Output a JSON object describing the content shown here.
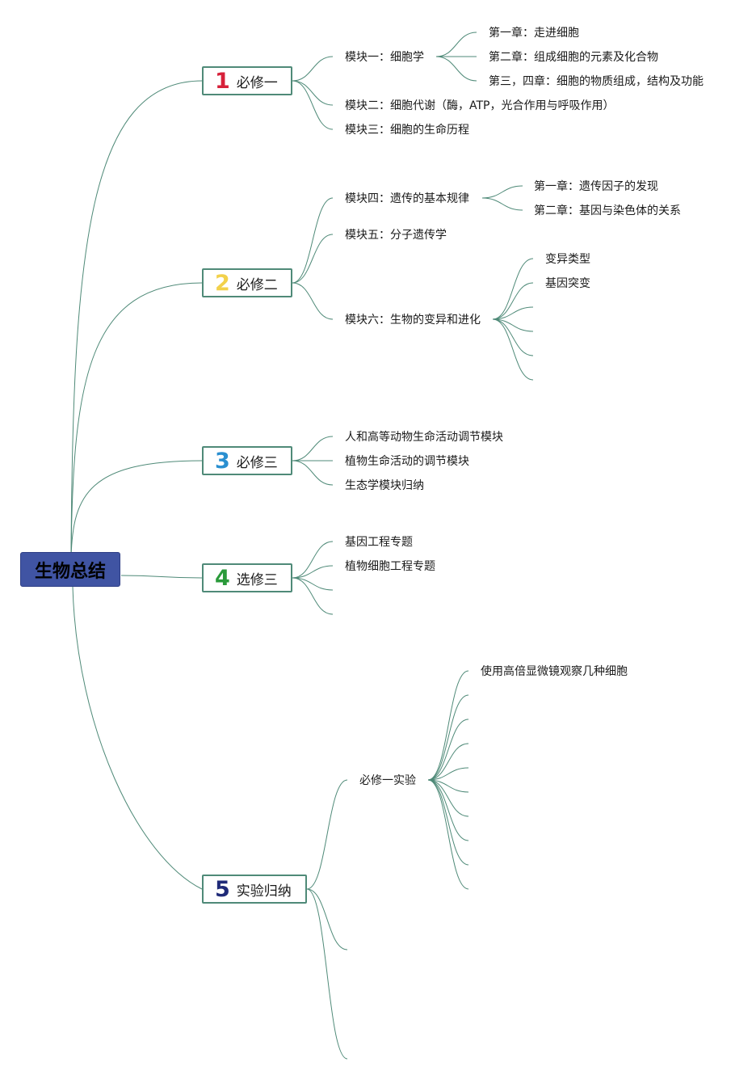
{
  "root": {
    "label": "生物总结",
    "color": "#4054a3"
  },
  "line_color": "#4f8a78",
  "branches": [
    {
      "number": "1",
      "number_color": "#d7213a",
      "label": "必修一",
      "items": [
        {
          "label": "模块一：细胞学",
          "children": [
            "第一章：走进细胞",
            "第二章：组成细胞的元素及化合物",
            "第三，四章：细胞的物质组成，结构及功能"
          ]
        },
        {
          "label": "模块二：细胞代谢（酶，ATP，光合作用与呼吸作用）"
        },
        {
          "label": "模块三：细胞的生命历程"
        }
      ]
    },
    {
      "number": "2",
      "number_color": "#f2d14b",
      "label": "必修二",
      "items": [
        {
          "label": "模块四：遗传的基本规律",
          "children": [
            "第一章：遗传因子的发现",
            "第二章：基因与染色体的关系"
          ]
        },
        {
          "label": "模块五：分子遗传学"
        },
        {
          "label": "模块六：生物的变异和进化",
          "children": [
            "变异类型",
            "基因突变",
            "",
            "",
            "",
            ""
          ]
        }
      ]
    },
    {
      "number": "3",
      "number_color": "#2a8fd0",
      "label": "必修三",
      "items": [
        {
          "label": "人和高等动物生命活动调节模块"
        },
        {
          "label": "植物生命活动的调节模块"
        },
        {
          "label": "生态学模块归纳"
        }
      ]
    },
    {
      "number": "4",
      "number_color": "#2a9a3a",
      "label": "选修三",
      "items": [
        {
          "label": "基因工程专题"
        },
        {
          "label": "植物细胞工程专题"
        },
        {
          "label": ""
        },
        {
          "label": ""
        }
      ]
    },
    {
      "number": "5",
      "number_color": "#1f2a78",
      "label": "实验归纳",
      "items": [
        {
          "label": "必修一实验",
          "children": [
            "使用高倍显微镜观察几种细胞",
            "",
            "",
            "",
            "",
            "",
            "",
            "",
            "",
            ""
          ]
        },
        {
          "label": ""
        },
        {
          "label": ""
        }
      ]
    }
  ]
}
